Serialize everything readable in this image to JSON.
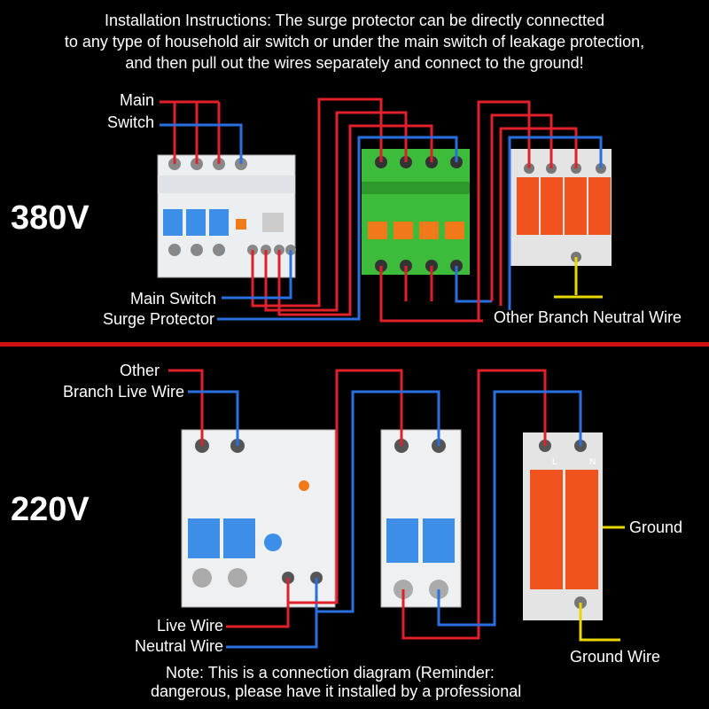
{
  "instructions": {
    "line1": "Installation Instructions: The surge protector can be directly connectted",
    "line2": "to any type of household air switch or under the main switch of leakage protection,",
    "line3": "and then pull out the wires separately and connect to the ground!"
  },
  "section_380": {
    "voltage": "380V",
    "label_main": "Main",
    "label_switch": "Switch",
    "label_main_switch": "Main Switch",
    "label_surge_protector": "Surge Protector",
    "label_other_neutral": "Other Branch Neutral Wire"
  },
  "section_220": {
    "voltage": "220V",
    "label_other": "Other",
    "label_branch_live": "Branch Live Wire",
    "label_live": "Live Wire",
    "label_neutral": "Neutral Wire",
    "label_ground": "Ground",
    "label_ground_wire": "Ground Wire",
    "terminal_l": "L",
    "terminal_n": "N"
  },
  "note": {
    "line1": "Note: This is a connection diagram (Reminder:",
    "line2": "dangerous, please have it installed by a professional"
  },
  "colors": {
    "live": "#e0202a",
    "neutral": "#2a6fe0",
    "ground": "#e8d800",
    "separator": "#d01010",
    "spd": "#f0531e",
    "green_breaker": "#3dbb3a",
    "toggle_blue": "#3c8ee6",
    "toggle_orange": "#f07a1a"
  }
}
